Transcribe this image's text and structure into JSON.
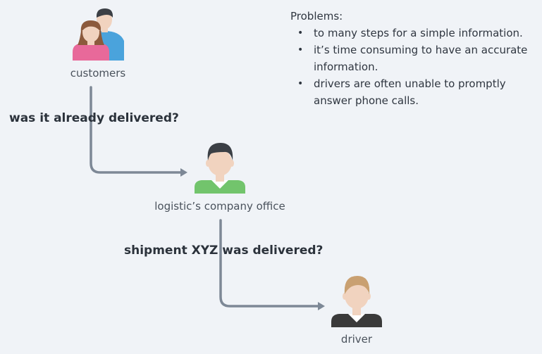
{
  "problems": {
    "heading": "Problems:",
    "items": [
      "to many steps for a simple information.",
      "it’s time consuming to have an accurate information.",
      "drivers are often unable to promptly answer phone calls."
    ]
  },
  "nodes": {
    "customers": "customers",
    "office": "logistic’s company office",
    "driver": "driver"
  },
  "questions": {
    "first": "was it already delivered?",
    "second": "shipment XYZ was delivered?"
  },
  "colors": {
    "background": "#f0f3f7",
    "arrow": "#7d8896",
    "office_shirt": "#72c46c",
    "customer_front_shirt": "#e8699a",
    "customer_back_shirt": "#4aa3dc",
    "driver_shirt": "#3a3a3a"
  },
  "icons": [
    "customers-icon",
    "office-worker-icon",
    "driver-icon"
  ]
}
